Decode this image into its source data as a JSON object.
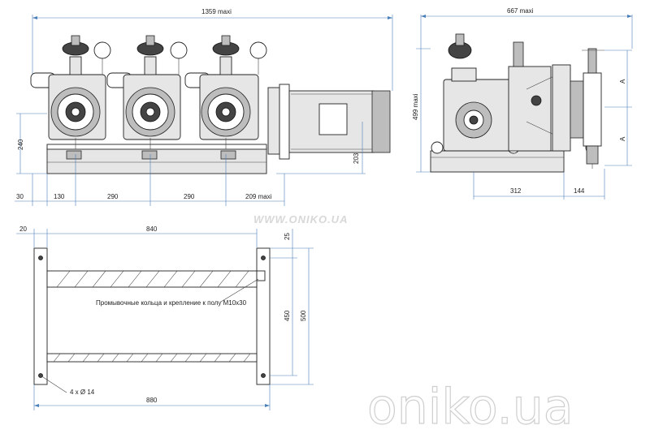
{
  "watermark_small": "WWW.ONIKO.UA",
  "watermark_big": "oniko.ua",
  "front_view": {
    "dim_total": "1359 maxi",
    "dim_height_left": "240",
    "dim_height_right": "203",
    "dim_bottom": [
      "30",
      "130",
      "290",
      "290",
      "209 maxi"
    ]
  },
  "side_view": {
    "dim_total": "667 maxi",
    "dim_height": "499 maxi",
    "dim_bottom": [
      "312",
      "144"
    ],
    "label_a_top": "A",
    "label_a_bottom": "A"
  },
  "base_view": {
    "dim_left": "20",
    "dim_top": "840",
    "dim_right_top": "25",
    "dim_inner": "450",
    "dim_outer": "500",
    "dim_bottom": "880",
    "note_rings": "Промывочные кольца и крепление к полу M10x30",
    "note_holes": "4 x Ø 14"
  }
}
